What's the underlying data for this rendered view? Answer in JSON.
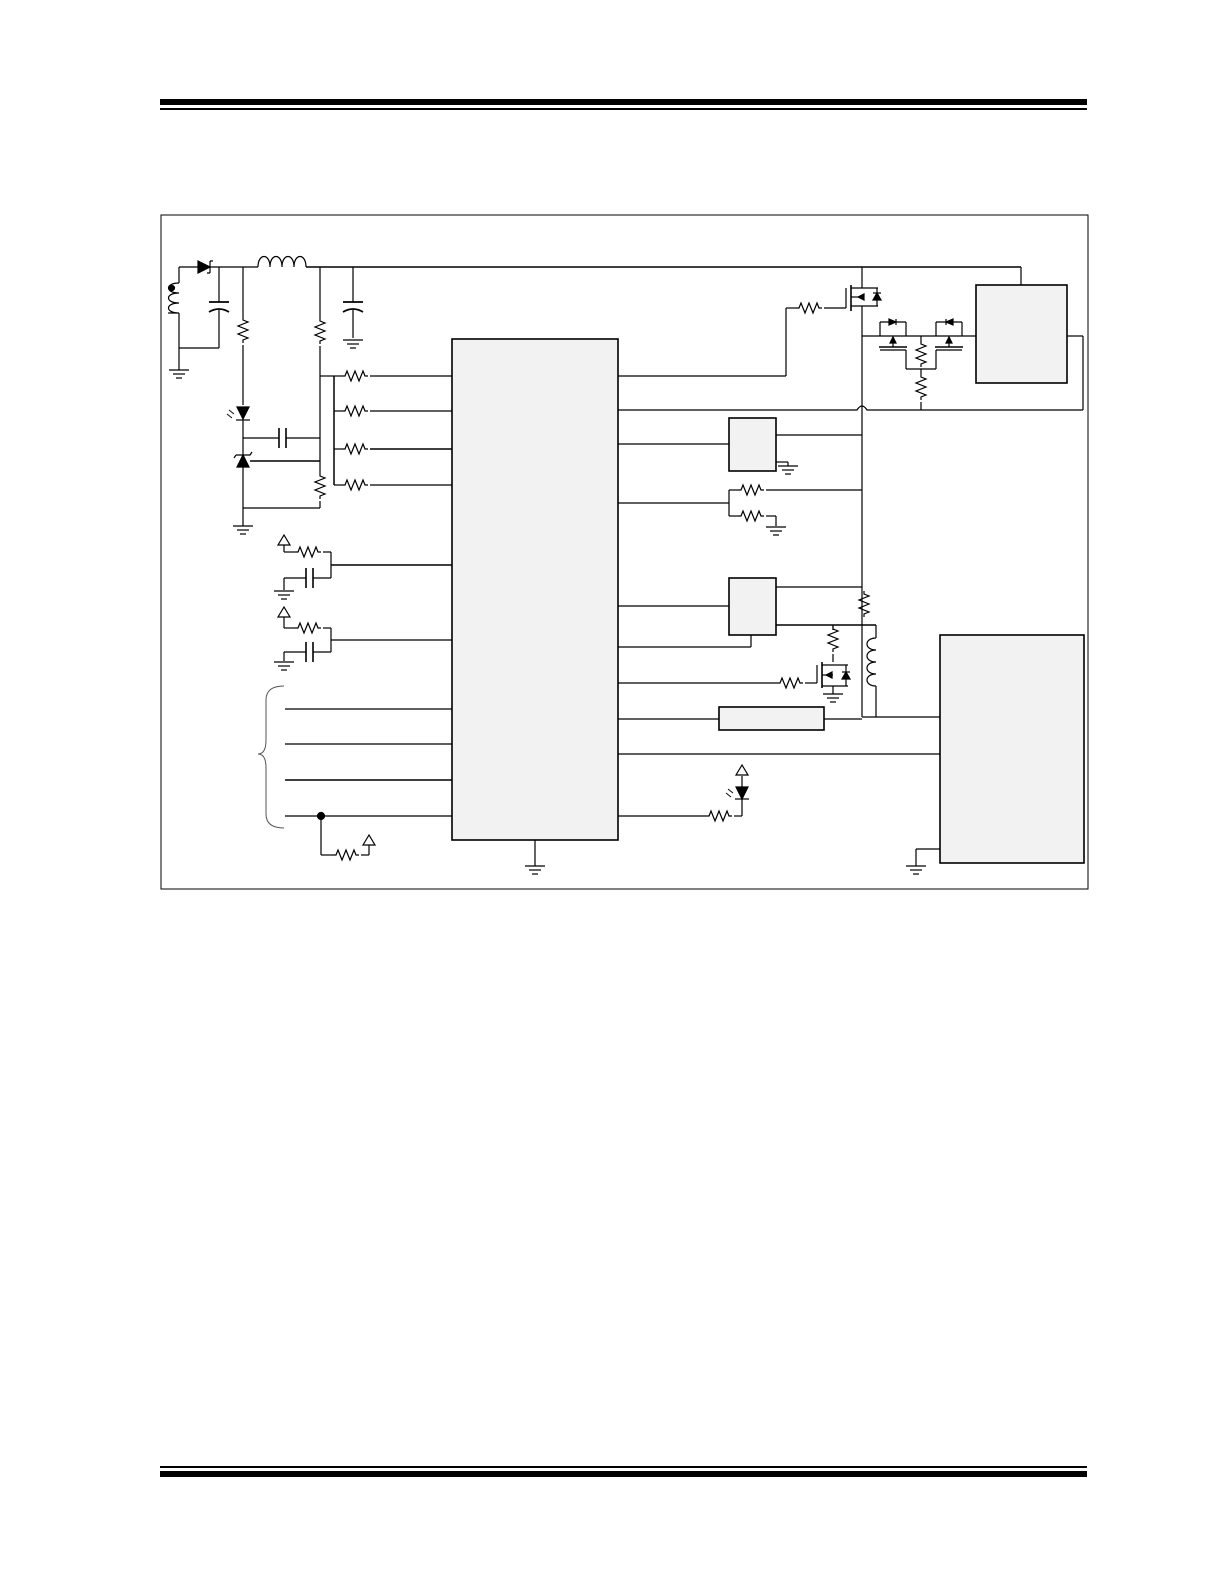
{
  "page": {
    "header_rules": 2,
    "footer_rules": 2
  },
  "diagram": {
    "type": "schematic",
    "text_labels": [],
    "stroke_color": "#000000",
    "block_fill": "#f2f2f2",
    "components": {
      "main_ic": "ic-block",
      "upper_right_ic": "ic-block",
      "lower_right_ic": "ic-block",
      "small_ic_top": "ic-block",
      "small_ic_mid": "ic-block",
      "bar_block": "rect-block"
    }
  }
}
